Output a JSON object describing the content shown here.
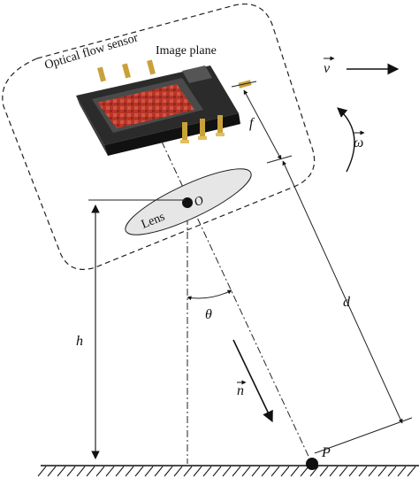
{
  "labels": {
    "sensor_box": "Optical flow sensor",
    "image_plane": "Image plane",
    "lens": "Lens",
    "origin": "O",
    "focal": "f",
    "distance": "d",
    "height": "h",
    "angle": "θ",
    "point": "P",
    "velocity": "v",
    "angular_velocity": "ω",
    "normal": "n"
  },
  "colors": {
    "ink": "#111111",
    "lens_fill": "#e6e6e6",
    "chip_body": "#2b2b2b",
    "die_red": "#b8342a",
    "pin_gold": "#c9a13a"
  }
}
